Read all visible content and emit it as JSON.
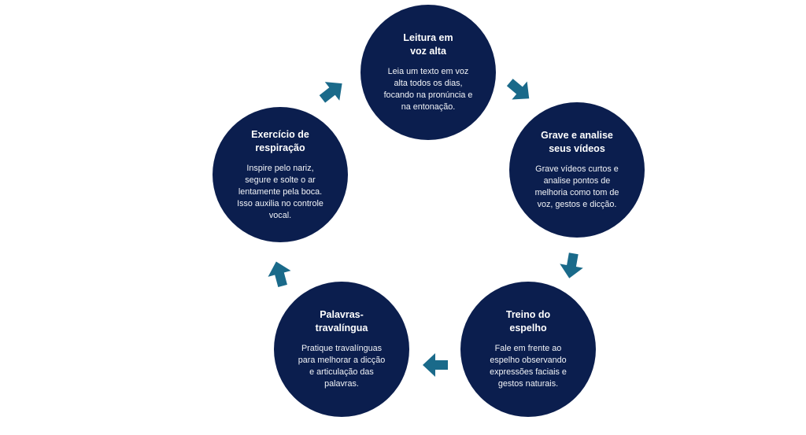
{
  "accent": "#1a6a8a",
  "node_color": "#0b1e4e",
  "steps": [
    {
      "title": "Leitura em\nvoz alta",
      "desc": "Leia um texto em voz\nalta todos os dias,\nfocando na pronúncia e\nna entonação."
    },
    {
      "title": "Grave e analise\nseus vídeos",
      "desc": "Grave vídeos curtos e\nanalise pontos de\nmelhoria como tom de\nvoz, gestos e dicção."
    },
    {
      "title": "Treino do\nespelho",
      "desc": "Fale em frente ao\nespelho observando\nexpressões faciais e\ngestos naturais."
    },
    {
      "title": "Palavras-\ntravalíngua",
      "desc": "Pratique travalínguas\npara melhorar a dicção\ne articulação das\npalavras."
    },
    {
      "title": "Exercício de\nrespiração",
      "desc": "Inspire pelo nariz,\nsegure e solte o ar\nlentamente pela boca.\nIsso auxilia no controle\nvocal."
    }
  ],
  "arrows": [
    "arrow-right-icon",
    "arrow-right-icon",
    "arrow-right-icon",
    "arrow-right-icon",
    "arrow-right-icon"
  ]
}
